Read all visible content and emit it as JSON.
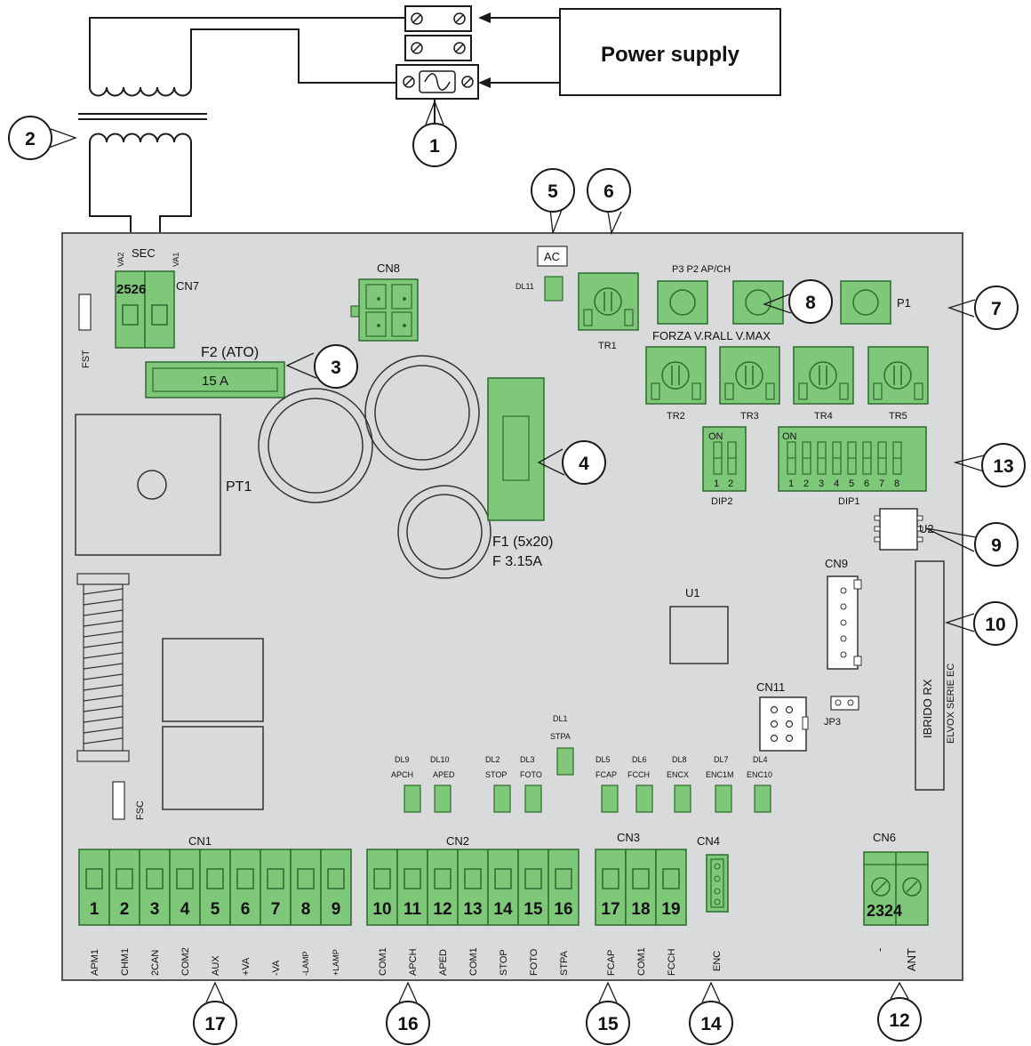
{
  "title": "",
  "colors": {
    "board": "#d9dadb",
    "green": "#7fc87a",
    "green_dark": "#2f6b2c",
    "line": "#1a1a1a"
  },
  "power_supply": "Power supply",
  "transformer": {
    "sec": "SEC",
    "va2": "VA2",
    "va1": "VA1",
    "pins": "2526",
    "cn": "CN7"
  },
  "labels": {
    "fst": "FST",
    "cn8": "CN8",
    "f2": "F2 (ATO)",
    "f2_val": "15 A",
    "pt1": "PT1",
    "f1": "F1 (5x20)",
    "f1_val": "F 3.15A",
    "ac": "AC",
    "dl11": "DL11",
    "tr1": "TR1",
    "buttons": "P3 P2 AP/CH",
    "p1": "P1",
    "pots": "FORZA V.RALL V.MAX",
    "tr2": "TR2",
    "tr3": "TR3",
    "tr4": "TR4",
    "tr5": "TR5",
    "on": "ON",
    "dip2": "DIP2",
    "dip1": "DIP1",
    "u2": "U2",
    "cn9": "CN9",
    "u1": "U1",
    "cn11": "CN11",
    "jp3": "JP3",
    "fsc": "FSC",
    "dl1": "DL1",
    "stpa": "STPA",
    "module1": "IBRIDO RX",
    "module2": "ELVOX SERIE EC",
    "cn1": "CN1",
    "cn2": "CN2",
    "cn3": "CN3",
    "cn4": "CN4",
    "cn6": "CN6",
    "cn6_pins": "2324",
    "cn6_minus": "-",
    "cn6_ant": "ANT",
    "enc": "ENC"
  },
  "dip2_numbers": [
    "1",
    "2"
  ],
  "dip1_numbers": [
    "1",
    "2",
    "3",
    "4",
    "5",
    "6",
    "7",
    "8"
  ],
  "leds": [
    {
      "id": "DL9",
      "name": "APCH"
    },
    {
      "id": "DL10",
      "name": "APED"
    },
    {
      "id": "DL2",
      "name": "STOP"
    },
    {
      "id": "DL3",
      "name": "FOTO"
    },
    {
      "id": "DL5",
      "name": "FCAP"
    },
    {
      "id": "DL6",
      "name": "FCCH"
    },
    {
      "id": "DL8",
      "name": "ENCX"
    },
    {
      "id": "DL7",
      "name": "ENC1M"
    },
    {
      "id": "DL4",
      "name": "ENC10"
    }
  ],
  "terminals": [
    {
      "n": "1",
      "name": "APM1"
    },
    {
      "n": "2",
      "name": "CHM1"
    },
    {
      "n": "3",
      "name": "2CAN"
    },
    {
      "n": "4",
      "name": "COM2"
    },
    {
      "n": "5",
      "name": "AUX"
    },
    {
      "n": "6",
      "name": "+VA"
    },
    {
      "n": "7",
      "name": "-VA"
    },
    {
      "n": "8",
      "name": "-LAMP"
    },
    {
      "n": "9",
      "name": "+LAMP"
    },
    {
      "n": "10",
      "name": "COM1"
    },
    {
      "n": "11",
      "name": "APCH"
    },
    {
      "n": "12",
      "name": "APED"
    },
    {
      "n": "13",
      "name": "COM1"
    },
    {
      "n": "14",
      "name": "STOP"
    },
    {
      "n": "15",
      "name": "FOTO"
    },
    {
      "n": "16",
      "name": "STPA"
    },
    {
      "n": "17",
      "name": "FCAP"
    },
    {
      "n": "18",
      "name": "COM1"
    },
    {
      "n": "19",
      "name": "FCCH"
    }
  ],
  "callouts": [
    "1",
    "2",
    "3",
    "4",
    "5",
    "6",
    "7",
    "8",
    "9",
    "10",
    "12",
    "13",
    "14",
    "15",
    "16",
    "17"
  ]
}
